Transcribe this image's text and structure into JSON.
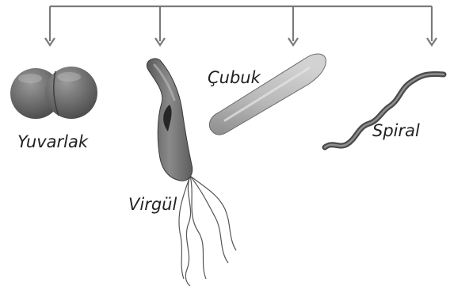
{
  "labels": {
    "coccus": "Yuvarlak",
    "vibrio": "Virgül",
    "bacillus": "Çubuk",
    "spirillum": "Spiral"
  }
}
